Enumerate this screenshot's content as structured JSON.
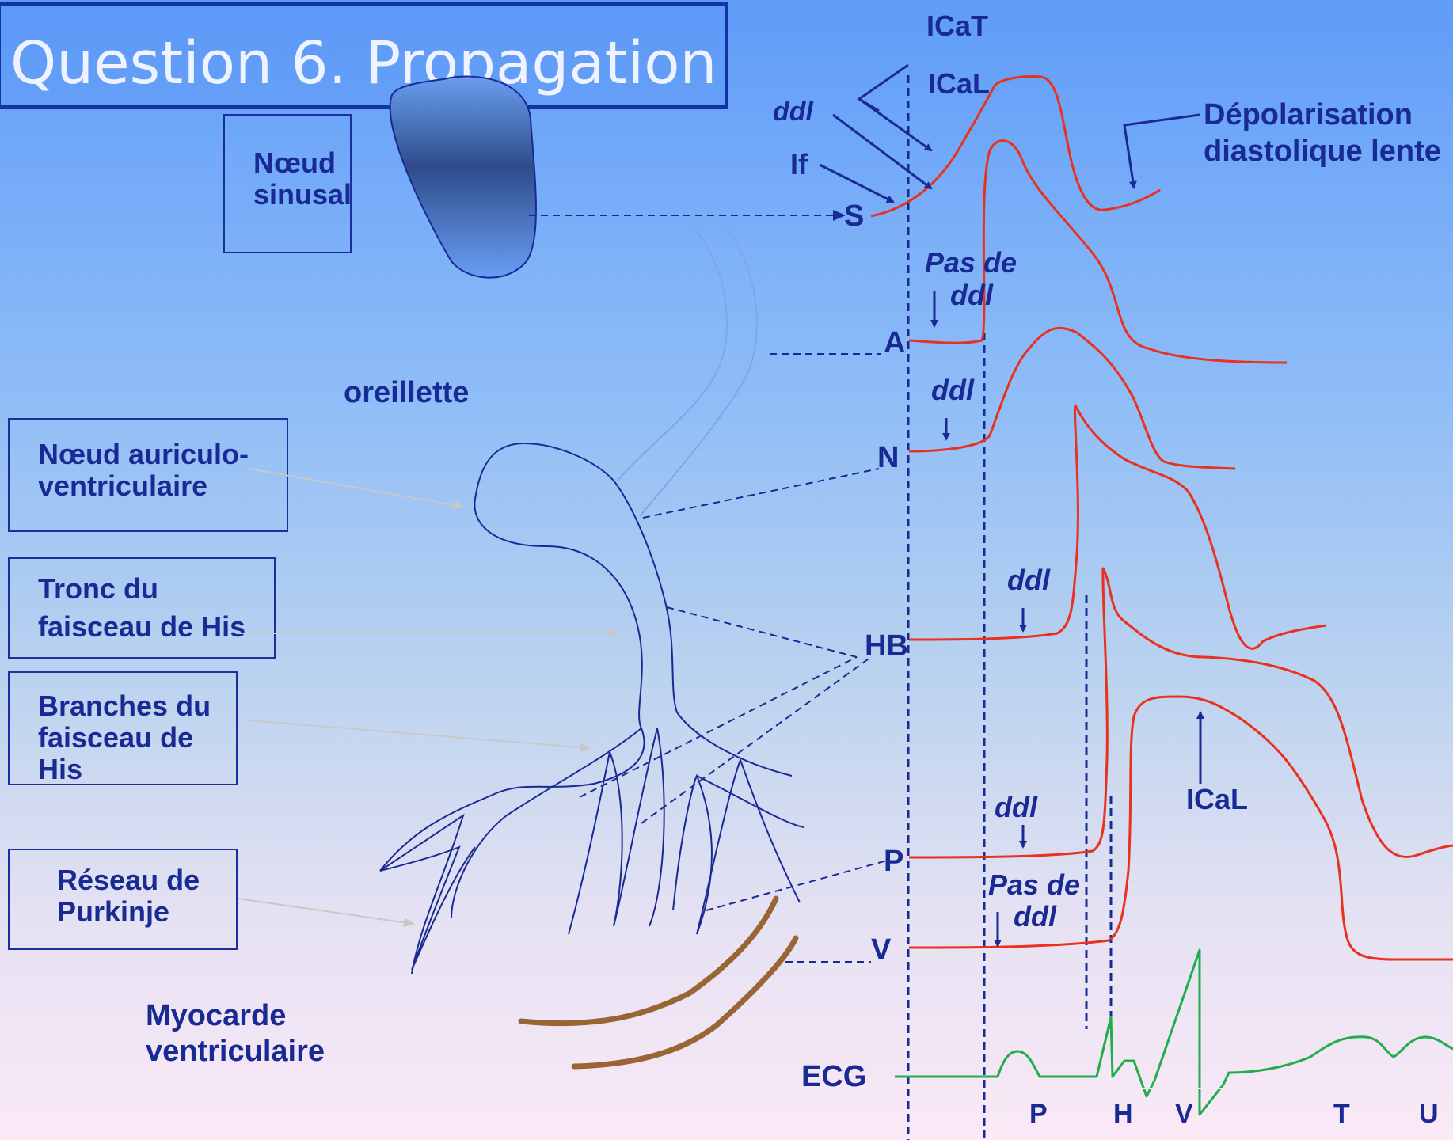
{
  "title": "Question 6. Propagation",
  "boxes": {
    "noeud_sinusal": [
      "Nœud",
      "sinusal"
    ],
    "noeud_av": [
      "Nœud auriculo-",
      "ventriculaire"
    ],
    "tronc_his": [
      "Tronc du",
      "faisceau de His"
    ],
    "branches_his": [
      "Branches du",
      "faisceau de",
      "His"
    ],
    "purkinje": [
      "Réseau de",
      "Purkinje"
    ]
  },
  "labels": {
    "oreillette": "oreillette",
    "myocarde": [
      "Myocarde",
      "ventriculaire"
    ]
  },
  "currents": {
    "icat": "ICaT",
    "ical_top": "ICaL",
    "ddl_top": "ddl",
    "if": "If",
    "ical_v": "ICaL"
  },
  "traces": {
    "S": "S",
    "A": "A",
    "N": "N",
    "HB": "HB",
    "P": "P",
    "V": "V",
    "ECG": "ECG"
  },
  "annotations": {
    "depol": [
      "Dépolarisation",
      "diastolique lente"
    ],
    "pas_ddl_a": [
      "Pas de",
      "ddl"
    ],
    "ddl_n": "ddl",
    "ddl_hb": "ddl",
    "ddl_p": "ddl",
    "pas_ddl_v": [
      "Pas de",
      "ddl"
    ]
  },
  "ecg_waves": [
    "P",
    "H",
    "V",
    "T",
    "U"
  ],
  "colors": {
    "navy": "#1a2a94",
    "action_potential": "#e8321e",
    "ecg": "#1fae4b",
    "myocardium": "#9a6535"
  }
}
